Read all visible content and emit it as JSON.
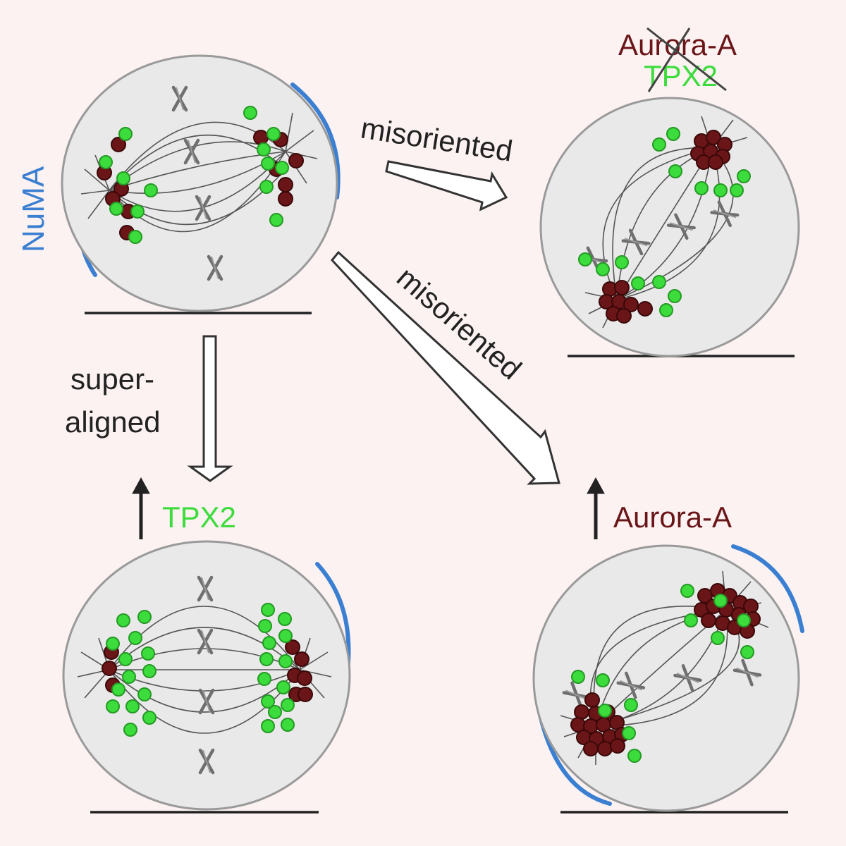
{
  "labels": {
    "numa": "NuMA",
    "aurora_crossed": "Aurora-A",
    "tpx2_crossed": "TPX2",
    "misoriented_top": "misoriented",
    "misoriented_diag": "misoriented",
    "super": "super-",
    "aligned": "aligned",
    "tpx2_up": "TPX2",
    "aurora_up": "Aurora-A"
  },
  "colors": {
    "background": "#fcf2f1",
    "cell_fill": "#e9e9e9",
    "cell_outline": "#9a9a9a",
    "numa_cortex": "#3a7fd1",
    "tpx2": "#3cdc3c",
    "aurora_a": "#6a1518",
    "spindle": "#555555",
    "chromosome": "#707070",
    "arrow_fill": "#ffffff",
    "arrow_stroke": "#333333",
    "ground_line": "#222222"
  },
  "icons": {
    "cell": "mitotic-spindle-cell",
    "chromosome": "chromosome-icon",
    "tpx2_dot": "tpx2-dot",
    "aurora_dot": "aurora-a-dot",
    "hollow_arrow": "hollow-arrow-icon",
    "up_arrow": "up-arrow-icon",
    "cross": "cross-out-icon"
  }
}
